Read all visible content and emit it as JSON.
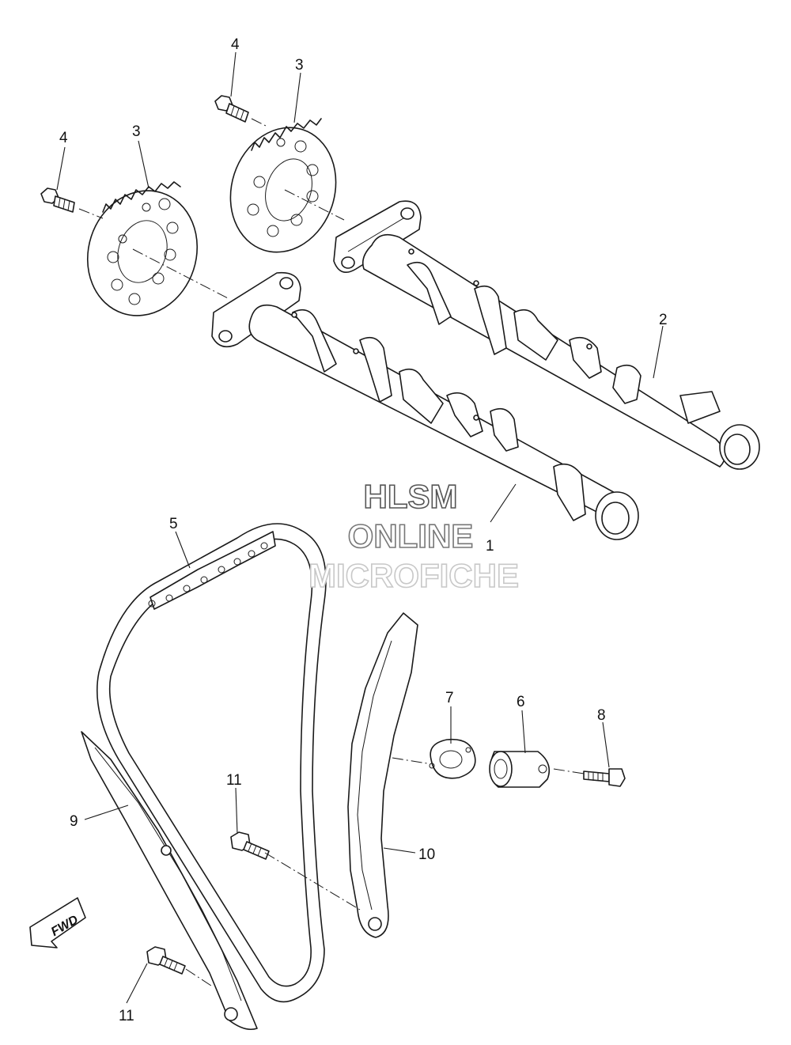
{
  "diagram": {
    "parts": [
      {
        "id": "1"
      },
      {
        "id": "2"
      },
      {
        "id": "3"
      },
      {
        "id": "3"
      },
      {
        "id": "4"
      },
      {
        "id": "4"
      },
      {
        "id": "5"
      },
      {
        "id": "6"
      },
      {
        "id": "7"
      },
      {
        "id": "8"
      },
      {
        "id": "9"
      },
      {
        "id": "10"
      },
      {
        "id": "11"
      },
      {
        "id": "11"
      }
    ],
    "watermark": {
      "line1": "HLSM",
      "line2": "ONLINE",
      "line3": "MICROFICHE",
      "color1": "#555555",
      "color2": "#777777",
      "color3": "#c8c8c8"
    },
    "direction_arrow": {
      "label": "FWD",
      "icon": "fwd-arrow-icon"
    }
  }
}
